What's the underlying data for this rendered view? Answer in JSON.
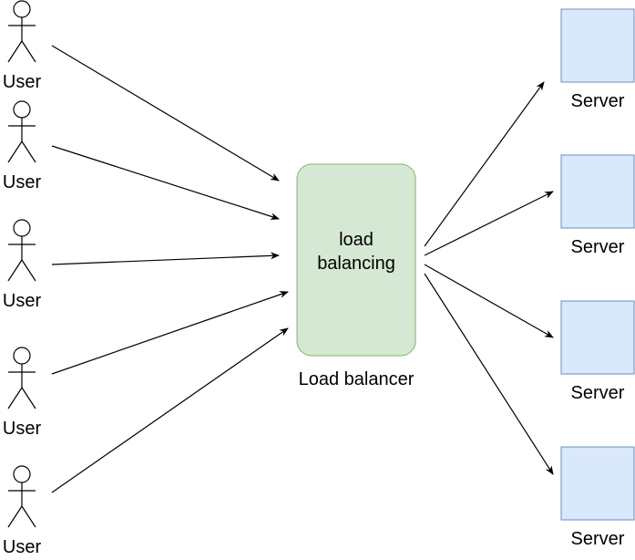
{
  "users": [
    {
      "label": "User"
    },
    {
      "label": "User"
    },
    {
      "label": "User"
    },
    {
      "label": "User"
    },
    {
      "label": "User"
    }
  ],
  "load_balancer": {
    "box_text_line1": "load",
    "box_text_line2": "balancing",
    "caption": "Load balancer",
    "fill_color": "#d5e8d4",
    "stroke_color": "#82b366"
  },
  "servers": [
    {
      "label": "Server"
    },
    {
      "label": "Server"
    },
    {
      "label": "Server"
    },
    {
      "label": "Server"
    }
  ],
  "colors": {
    "server_fill": "#dae8fc",
    "server_stroke": "#6c8ebf",
    "line": "#000000"
  }
}
